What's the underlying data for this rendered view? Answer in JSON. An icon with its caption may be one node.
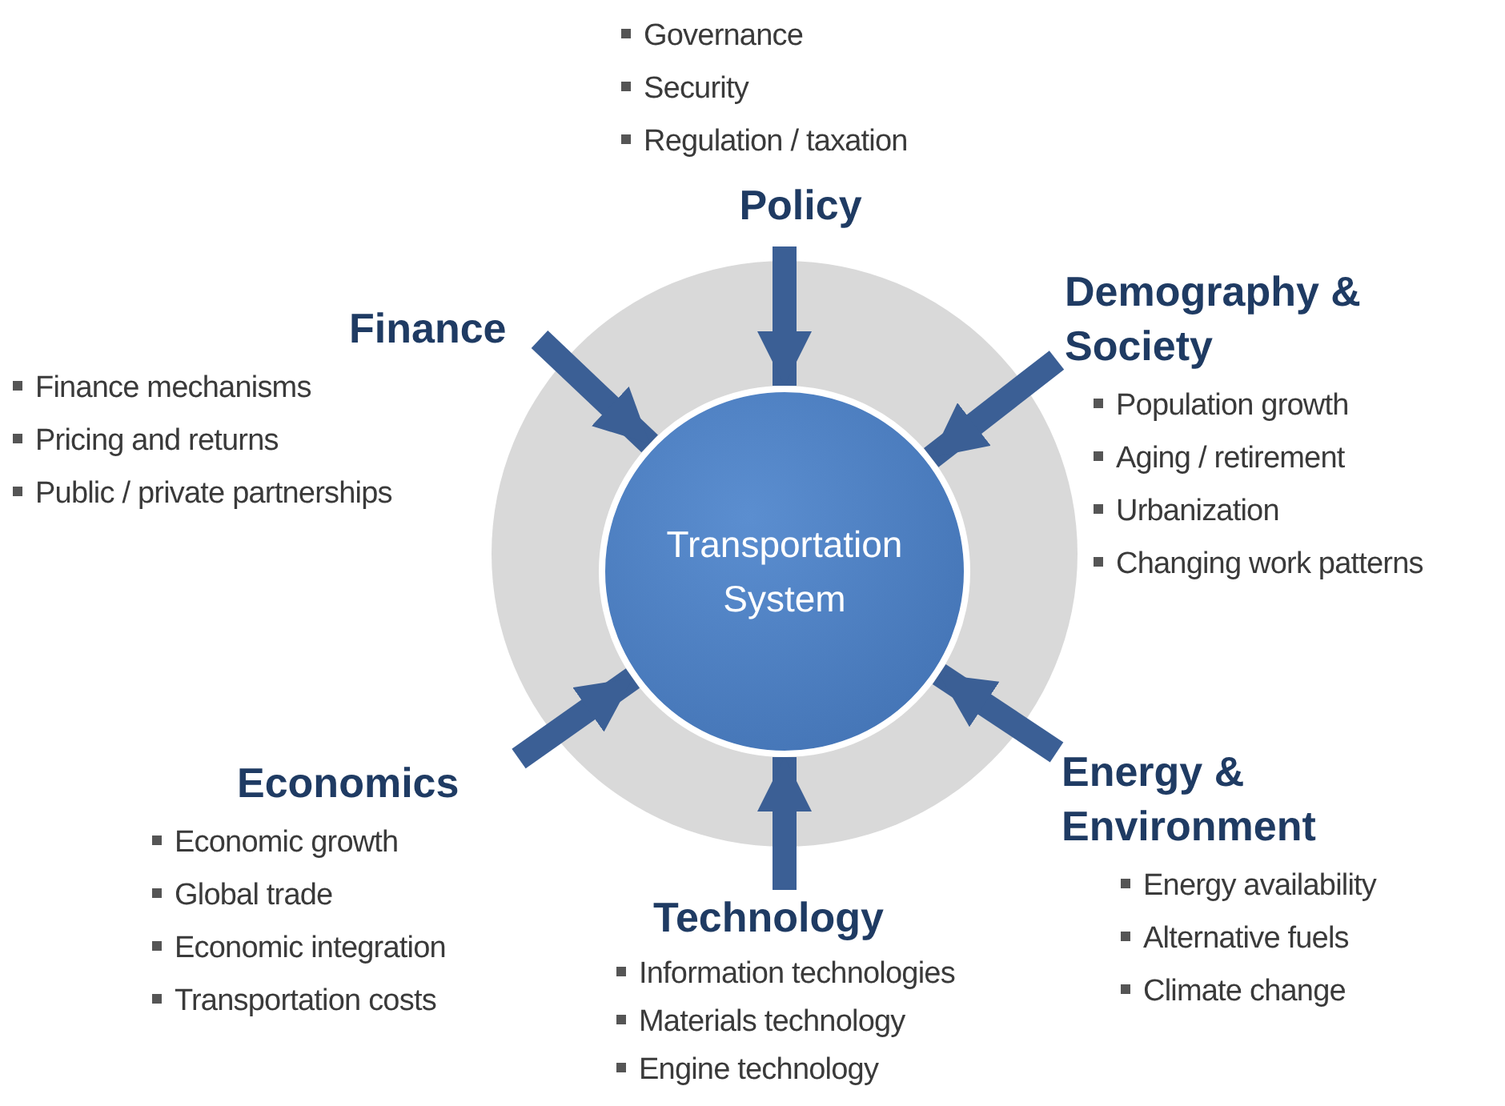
{
  "diagram": {
    "nodes": [
      {
        "text": [
          "Governance",
          "Security",
          "Regulation / taxation",
          "Policy"
        ]
      },
      {
        "text": [
          "Finance",
          "Finance mechanisms",
          "Pricing and returns",
          "Public / private partnerships"
        ]
      },
      {
        "text": [
          "Demography & Society",
          "Population growth",
          "Aging / retirement",
          "Urbanization",
          "Changing work patterns"
        ]
      },
      {
        "text": [],
        "shape": "circle"
      },
      {
        "text": [
          "Transportation System"
        ],
        "in": 3
      },
      {
        "text": [
          "Economics",
          "Economic growth",
          "Global trade",
          "Economic integration",
          "Transportation costs"
        ]
      },
      {
        "text": [
          "Energy & Environment",
          "Energy availability",
          "Alternative fuels",
          "Climate change"
        ]
      },
      {
        "text": [
          "Technology",
          "Information technologies",
          "Materials technology",
          "Engine technology"
        ]
      }
    ],
    "edges": [
      {
        "from": 0,
        "to": 4,
        "arrow": "to"
      },
      {
        "from": 1,
        "to": 4,
        "arrow": "to"
      },
      {
        "from": 2,
        "to": 4,
        "arrow": "to"
      },
      {
        "from": 5,
        "to": 4,
        "arrow": "to"
      },
      {
        "from": 6,
        "to": 4,
        "arrow": "to"
      },
      {
        "from": 7,
        "to": 4,
        "arrow": "to"
      }
    ]
  }
}
